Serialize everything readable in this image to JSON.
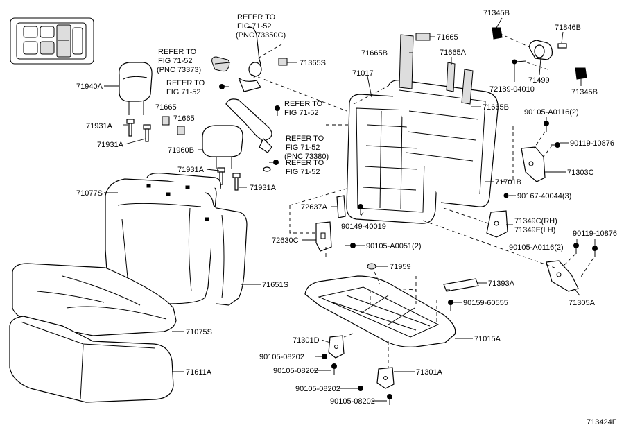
{
  "callouts": [
    {
      "id": "71345B-top",
      "text": "71345B"
    },
    {
      "id": "71846B",
      "text": "71846B"
    },
    {
      "id": "71499",
      "text": "71499"
    },
    {
      "id": "72189-04010",
      "text": "72189-04010"
    },
    {
      "id": "71345B-bot",
      "text": "71345B"
    },
    {
      "id": "71665-top",
      "text": "71665"
    },
    {
      "id": "71665B-a",
      "text": "71665B"
    },
    {
      "id": "71665A",
      "text": "71665A"
    },
    {
      "id": "71017",
      "text": "71017"
    },
    {
      "id": "71665B-b",
      "text": "71665B"
    },
    {
      "id": "71365S",
      "text": "71365S"
    },
    {
      "id": "71940A",
      "text": "71940A"
    },
    {
      "id": "71665-l1",
      "text": "71665"
    },
    {
      "id": "71665-l2",
      "text": "71665"
    },
    {
      "id": "71931A-1",
      "text": "71931A"
    },
    {
      "id": "71931A-2",
      "text": "71931A"
    },
    {
      "id": "71960B",
      "text": "71960B"
    },
    {
      "id": "71931A-3",
      "text": "71931A"
    },
    {
      "id": "71931A-4",
      "text": "71931A"
    },
    {
      "id": "71077S",
      "text": "71077S"
    },
    {
      "id": "90105-A0116-top",
      "text": "90105-A0116(2)"
    },
    {
      "id": "90119-10876-top",
      "text": "90119-10876"
    },
    {
      "id": "71303C",
      "text": "71303C"
    },
    {
      "id": "71701B",
      "text": "71701B"
    },
    {
      "id": "90167-40044",
      "text": "90167-40044(3)"
    },
    {
      "id": "72637A",
      "text": "72637A"
    },
    {
      "id": "90149-40019",
      "text": "90149-40019"
    },
    {
      "id": "71349C",
      "text": "71349C(RH)"
    },
    {
      "id": "71349E",
      "text": "71349E(LH)"
    },
    {
      "id": "90119-10876-bot",
      "text": "90119-10876"
    },
    {
      "id": "72630C",
      "text": "72630C"
    },
    {
      "id": "90105-A0051",
      "text": "90105-A0051(2)"
    },
    {
      "id": "90105-A0116-bot",
      "text": "90105-A0116(2)"
    },
    {
      "id": "71959",
      "text": "71959"
    },
    {
      "id": "71651S",
      "text": "71651S"
    },
    {
      "id": "71393A",
      "text": "71393A"
    },
    {
      "id": "90159-60555",
      "text": "90159-60555"
    },
    {
      "id": "71305A",
      "text": "71305A"
    },
    {
      "id": "71075S",
      "text": "71075S"
    },
    {
      "id": "71301D",
      "text": "71301D"
    },
    {
      "id": "71015A",
      "text": "71015A"
    },
    {
      "id": "90105-08202-a",
      "text": "90105-08202"
    },
    {
      "id": "90105-08202-b",
      "text": "90105-08202"
    },
    {
      "id": "71611A",
      "text": "71611A"
    },
    {
      "id": "71301A",
      "text": "71301A"
    },
    {
      "id": "90105-08202-c",
      "text": "90105-08202"
    },
    {
      "id": "90105-08202-d",
      "text": "90105-08202"
    },
    {
      "id": "figure-id",
      "text": "713424F"
    }
  ],
  "references": [
    {
      "id": "ref-1",
      "lines": [
        "REFER TO",
        "FIG 71-52",
        "(PNC 73350C)"
      ]
    },
    {
      "id": "ref-2",
      "lines": [
        "REFER TO",
        "FIG 71-52",
        "(PNC 73373)"
      ]
    },
    {
      "id": "ref-3",
      "lines": [
        "REFER TO",
        "FIG 71-52"
      ]
    },
    {
      "id": "ref-4",
      "lines": [
        "REFER TO",
        "FIG 71-52"
      ]
    },
    {
      "id": "ref-5",
      "lines": [
        "REFER TO",
        "FIG 71-52",
        "(PNC 73380)"
      ]
    },
    {
      "id": "ref-6",
      "lines": [
        "REFER TO",
        "FIG 71-52"
      ]
    }
  ]
}
